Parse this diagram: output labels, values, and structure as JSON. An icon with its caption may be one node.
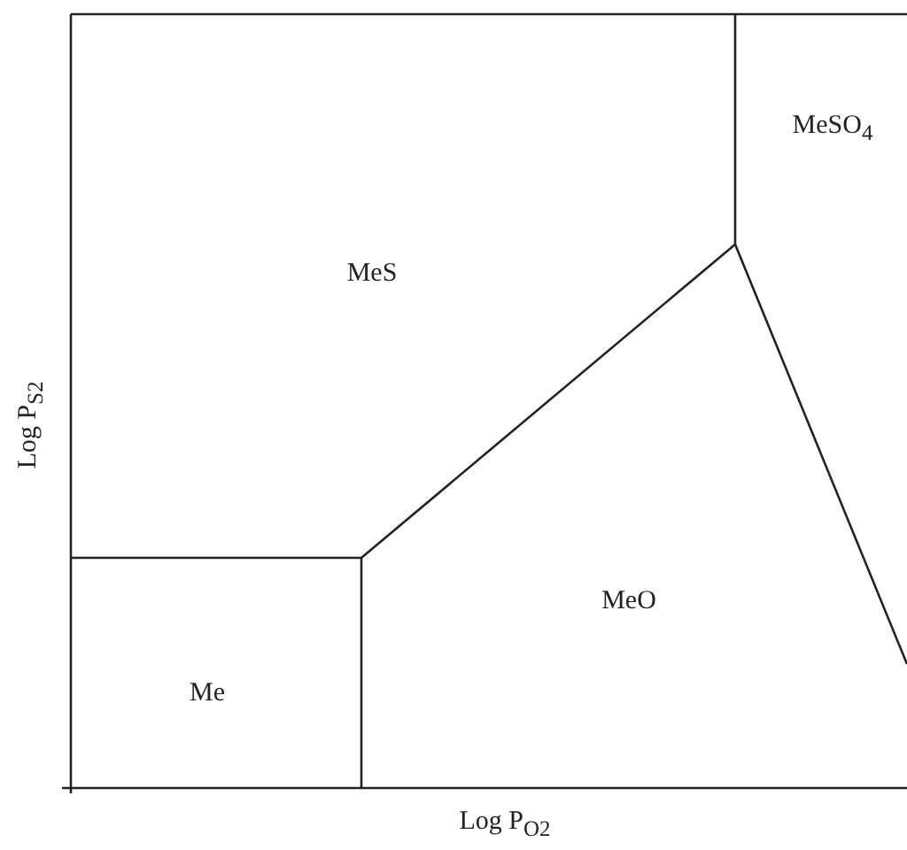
{
  "diagram": {
    "labels": [
      "MeS",
      "MeSO$_{4}$",
      "MeO",
      "Me",
      "Log P$_{S2}$",
      "Log P$_{O2}$"
    ]
  }
}
